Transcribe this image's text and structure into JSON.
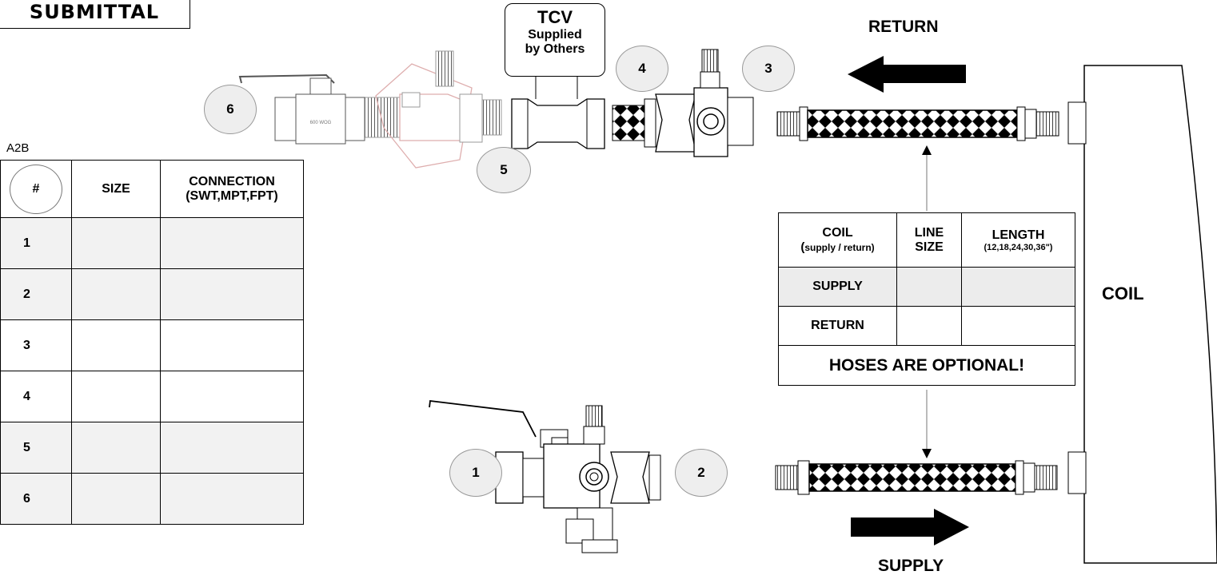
{
  "title": "SUBMITTAL",
  "doc_code": "A2B",
  "tcv": {
    "line1": "TCV",
    "line2": "Supplied",
    "line3": "by Others"
  },
  "flow": {
    "return": "RETURN",
    "supply": "SUPPLY"
  },
  "coil_label": "COIL",
  "callouts": [
    "1",
    "2",
    "3",
    "4",
    "5",
    "6"
  ],
  "valve_marking": "600 WOG",
  "connection_table": {
    "headers": [
      "#",
      "SIZE",
      "CONNECTION",
      "(SWT,MPT,FPT)"
    ],
    "rows": [
      {
        "num": "1",
        "size": "",
        "connection": ""
      },
      {
        "num": "2",
        "size": "",
        "connection": ""
      },
      {
        "num": "3",
        "size": "",
        "connection": ""
      },
      {
        "num": "4",
        "size": "",
        "connection": ""
      },
      {
        "num": "5",
        "size": "",
        "connection": ""
      },
      {
        "num": "6",
        "size": "",
        "connection": ""
      }
    ]
  },
  "coil_table": {
    "h_coil": "COIL",
    "h_coil_sub_paren": "(",
    "h_coil_sub": "supply / return)",
    "h_line": "LINE",
    "h_size": "SIZE",
    "h_length": "LENGTH",
    "h_length_sub": "(12,18,24,30,36\")",
    "rows": [
      {
        "name": "SUPPLY",
        "line_size": "",
        "length": ""
      },
      {
        "name": "RETURN",
        "line_size": "",
        "length": ""
      }
    ],
    "footer": "HOSES ARE OPTIONAL!"
  }
}
